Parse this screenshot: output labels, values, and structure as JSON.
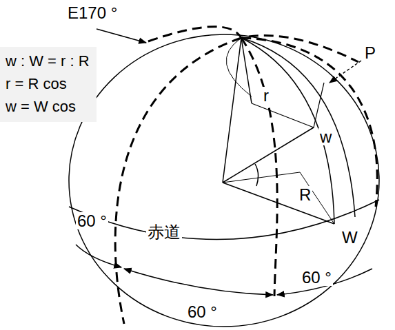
{
  "diagram": {
    "nodes": [
      {
        "text": [
          "w : W = r : R",
          "r = R cos",
          "w = W cos"
        ]
      }
    ],
    "labels": [
      "E170 °",
      "P",
      "r",
      "w",
      "R",
      "W",
      "60 °",
      "赤道",
      "60 °",
      "60 °"
    ]
  }
}
